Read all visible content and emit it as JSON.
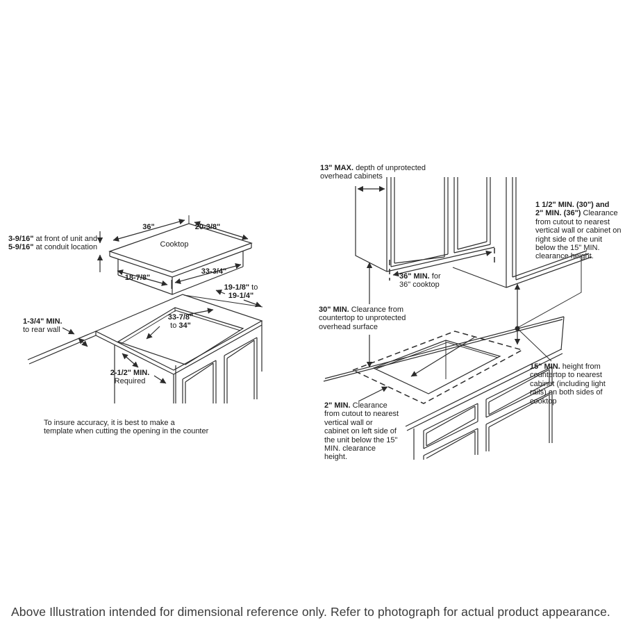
{
  "colors": {
    "ink": "#2b2b2b",
    "background": "#ffffff"
  },
  "page": {
    "caption": "Above Illustration intended for dimensional reference only. Refer to photograph for actual product appearance."
  },
  "cooktop_diagram": {
    "front_depth_note": {
      "bold1": "3-9/16\"",
      "text1": " at front of unit and\n",
      "bold2": "5-9/16\"",
      "text2": " at conduit location"
    },
    "width_top": "36\"",
    "depth_top": "20-3/8\"",
    "surface_label": "Cooktop",
    "base_width": "18-7/8\"",
    "base_depth": "33-3/4\""
  },
  "counter_diagram": {
    "rear_wall": {
      "bold": "1-3/4\" MIN.",
      "text": "\nto rear wall"
    },
    "cutout_depth": {
      "bold1": "19-1/8\"",
      "text1": " to\n",
      "bold2": "19-1/4\""
    },
    "cutout_width": {
      "bold1": "33-7/8\"",
      "text1": "\nto ",
      "bold2": "34\""
    },
    "front_clearance": {
      "bold": "2-1/2\" MIN.",
      "text": "\nRequired"
    },
    "note": "To insure accuracy, it is best to make a\ntemplate when cutting the opening in the counter"
  },
  "clearance_diagram": {
    "overhead_depth": {
      "bold": "13\" MAX.",
      "text": " depth of unprotected overhead cabinets"
    },
    "cabinet_width": {
      "bold": "36\" MIN.",
      "text": " for 36\" cooktop"
    },
    "vertical_clearance": {
      "bold": "30\" MIN.",
      "text": " Clearance from countertop to unprotected overhead surface"
    },
    "left_clearance": {
      "bold": "2\" MIN.",
      "text": " Clearance from cutout to nearest vertical wall or cabinet on left side of the unit below the 15\" MIN. clearance height."
    },
    "right_clearance": {
      "bold1": "1 1/2\" MIN. (30\") and\n",
      "bold2": "2\" MIN. (36\")",
      "text": " Clearance from cutout to nearest vertical wall or cabinet on right side of the unit below the 15\" MIN. clearance height."
    },
    "side_height": {
      "bold": "15\" MIN.",
      "text": " height from countertop to nearest cabinet (including light rails) on both sides of cooktop"
    }
  }
}
